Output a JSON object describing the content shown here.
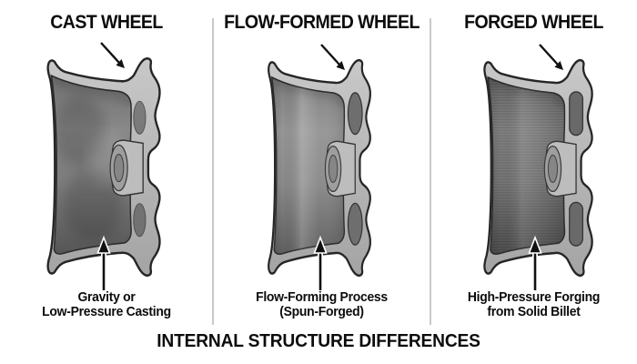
{
  "figure": {
    "bottom_title": "INTERNAL STRUCTURE DIFFERENCES",
    "panels": [
      {
        "title": "CAST WHEEL",
        "caption": [
          "Gravity or",
          "Low-Pressure Casting"
        ]
      },
      {
        "title": "FLOW-FORMED WHEEL",
        "caption": [
          "Flow-Forming Process",
          "(Spun-Forged)"
        ]
      },
      {
        "title": "FORGED WHEEL",
        "caption": [
          "High-Pressure Forging",
          "from Solid Billet"
        ]
      }
    ],
    "colors": {
      "background": "#ffffff",
      "text": "#0c0c0c",
      "divider": "#c9c9c9",
      "wheel_outline": "#262626",
      "wheel_cut_face": "#b7b7b7",
      "wheel_cavity_mid": "#7a7a7a"
    }
  }
}
